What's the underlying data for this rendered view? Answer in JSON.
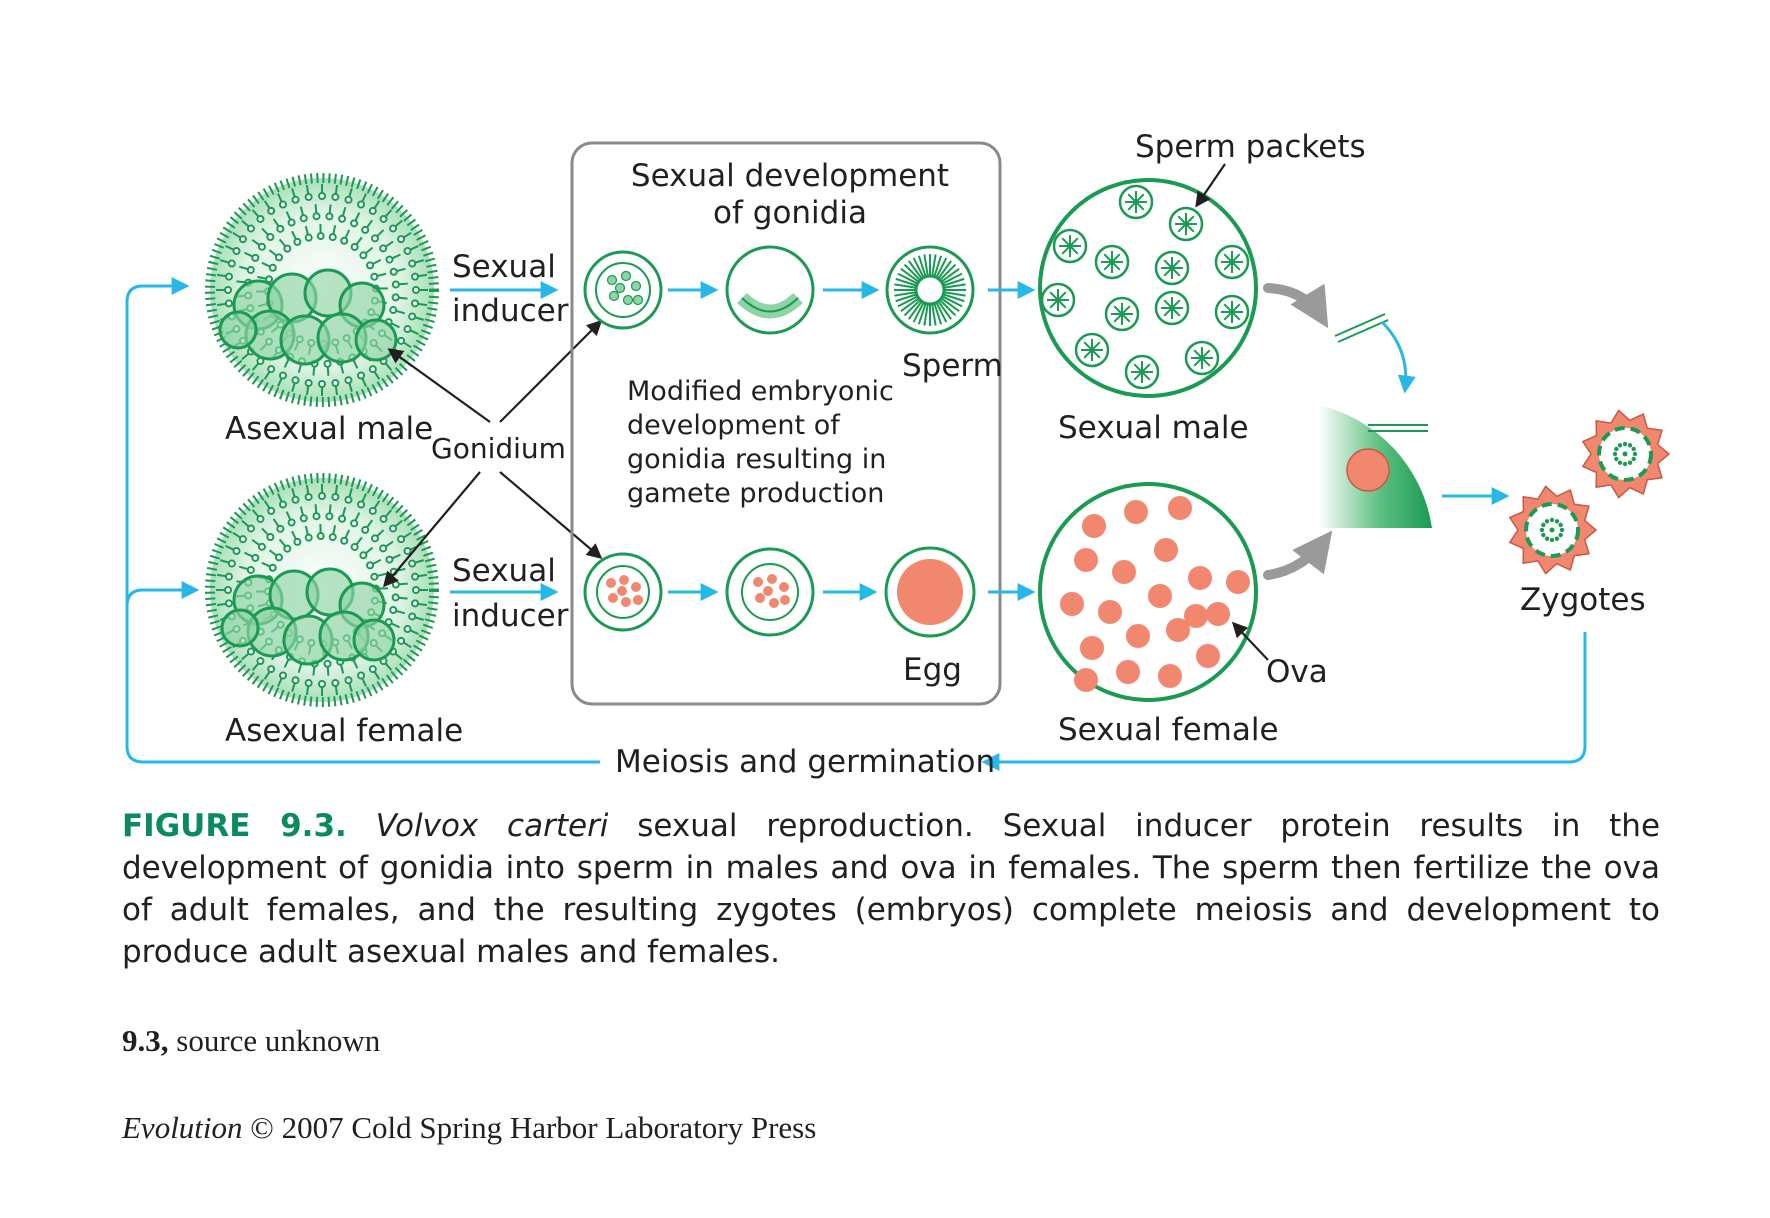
{
  "labels": {
    "asexual_male": "Asexual male",
    "asexual_female": "Asexual female",
    "sexual_inducer_top_1": "Sexual",
    "sexual_inducer_top_2": "inducer",
    "sexual_inducer_bottom_1": "Sexual",
    "sexual_inducer_bottom_2": "inducer",
    "gonidium": "Gonidium",
    "box_title_1": "Sexual development",
    "box_title_2": "of gonidia",
    "box_note_1": "Modified embryonic",
    "box_note_2": "development of",
    "box_note_3": "gonidia resulting in",
    "box_note_4": "gamete production",
    "sperm": "Sperm",
    "egg": "Egg",
    "sperm_packets": "Sperm packets",
    "sexual_male": "Sexual male",
    "sexual_female": "Sexual female",
    "ova": "Ova",
    "zygotes": "Zygotes",
    "meiosis": "Meiosis and germination"
  },
  "caption": {
    "label": "FIGURE 9.3.",
    "species": "Volvox carteri",
    "text": " sexual reproduction. Sexual inducer protein results in the development of gonidia into sperm in males and ova in females. The sperm then fertilize the ova of adult females, and the resulting zygotes (embryos) complete meiosis and development to produce adult asexual males and females."
  },
  "credit": {
    "figure_ref": "9.3,",
    "source": " source unknown",
    "book": "Evolution",
    "copyright": " © 2007 Cold Spring Harbor Laboratory Press"
  },
  "colors": {
    "green": "#1a9a52",
    "light_green": "#8fd4a6",
    "salmon": "#f2876f",
    "blue_arrow": "#29b7e8",
    "gray_arrow": "#9a9a9a",
    "text": "#231f20"
  }
}
